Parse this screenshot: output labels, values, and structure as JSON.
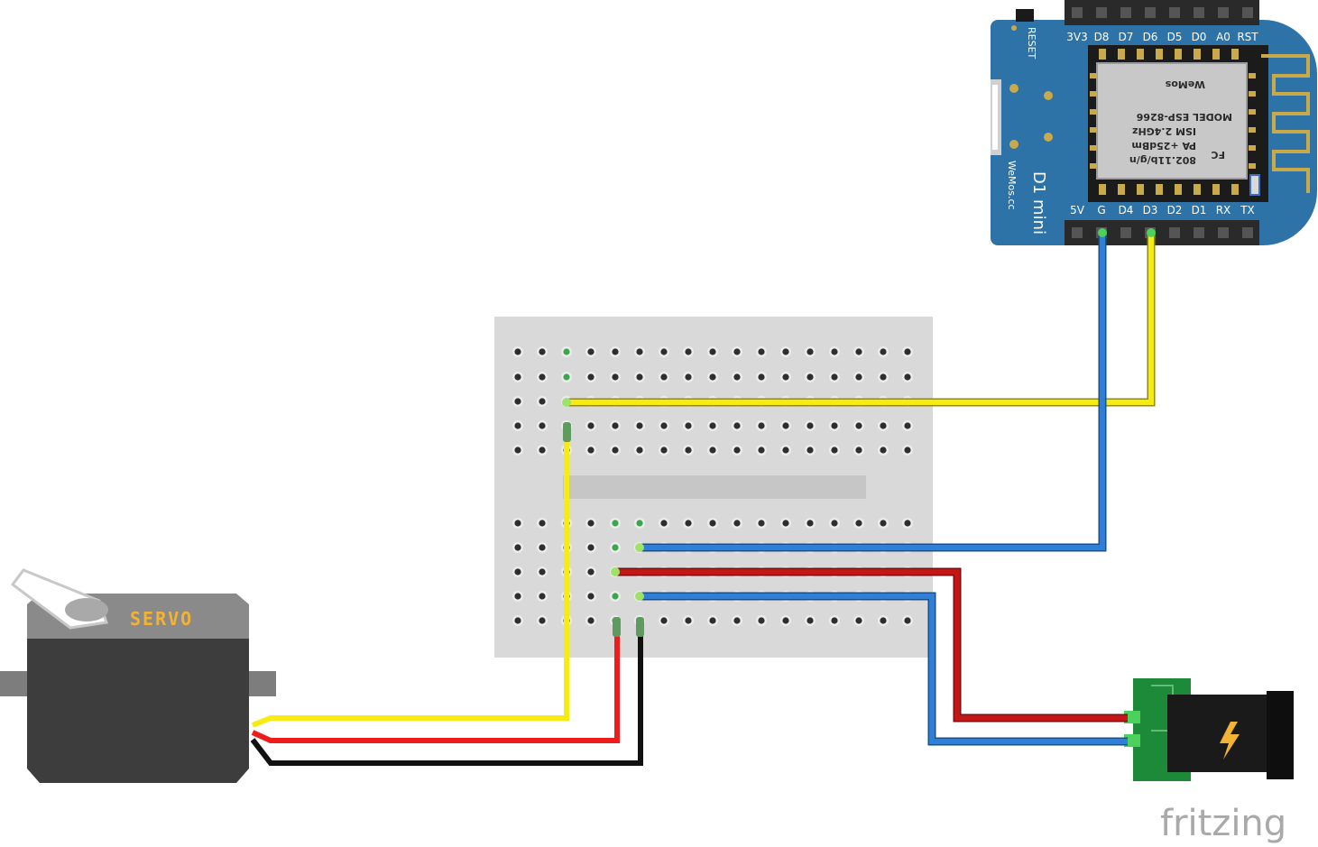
{
  "board": {
    "top_pins": [
      "3V3",
      "D8",
      "D7",
      "D6",
      "D5",
      "D0",
      "A0",
      "RST"
    ],
    "bottom_pins": [
      "5V",
      "G",
      "D4",
      "D3",
      "D2",
      "D1",
      "RX",
      "TX"
    ],
    "reset_label": "RESET",
    "name": "D1 mini",
    "site": "WeMos.cc",
    "chip": {
      "brand": "WeMos",
      "model": "MODEL  ESP-8266",
      "band": "ISM 2.4GHz",
      "power": "PA +25dBm",
      "wifi": "802.11b/g/n",
      "cert": "FC"
    }
  },
  "servo": {
    "label": "SERVO"
  },
  "branding": {
    "logo": "fritzing"
  },
  "colors": {
    "wire_yellow": "#f7ec12",
    "wire_blue": "#2f7fd6",
    "wire_red": "#d21a1a",
    "wire_black": "#111111",
    "board_blue": "#2e73a8",
    "breadboard": "#d9d9d9",
    "jack_green": "#1d8a3a"
  }
}
